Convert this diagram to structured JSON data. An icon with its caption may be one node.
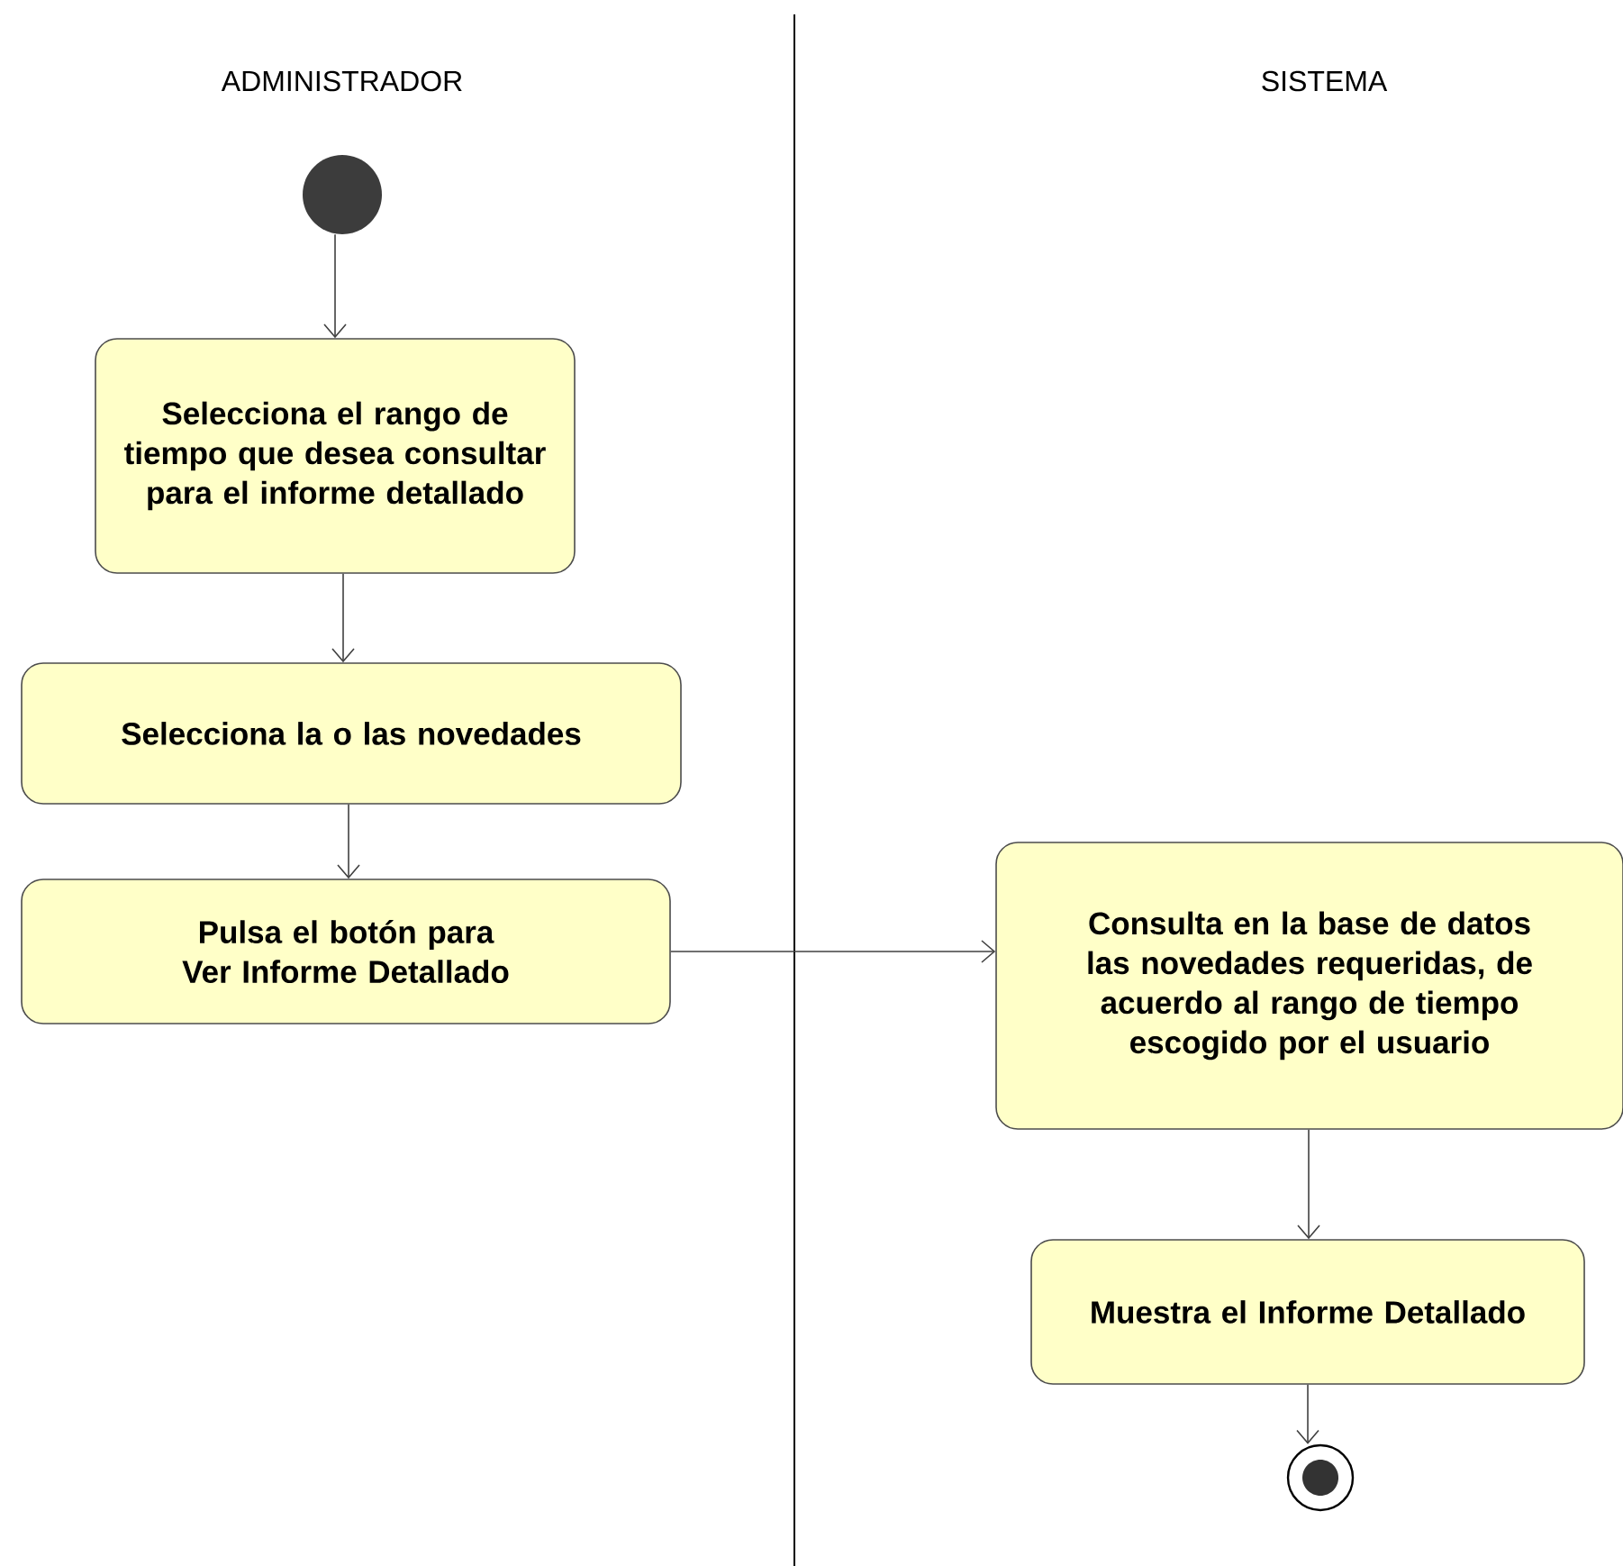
{
  "diagram": {
    "nodes": [
      {
        "text": [],
        "shape": "circle"
      },
      {
        "text": [
          "Selecciona el rango de tiempo que desea consultar para el informe detallado"
        ]
      },
      {
        "text": [
          "Selecciona la o las novedades"
        ]
      },
      {
        "text": [
          "Pulsa el botón para Ver Informe Detallado"
        ]
      },
      {
        "text": [
          "Consulta en la base de datos las novedades requeridas, de acuerdo al rango de tiempo escogido por el usuario"
        ]
      },
      {
        "text": [
          "Muestra el Informe Detallado"
        ]
      },
      {
        "text": [],
        "shape": "circle"
      }
    ],
    "edges": [
      {
        "from": 0,
        "to": 1,
        "arrow": "to"
      },
      {
        "from": 1,
        "to": 2,
        "arrow": "to"
      },
      {
        "from": 2,
        "to": 3,
        "arrow": "to"
      },
      {
        "from": 3,
        "to": 4,
        "arrow": "to"
      },
      {
        "from": 4,
        "to": 5,
        "arrow": "to"
      },
      {
        "from": 5,
        "to": 6,
        "arrow": "to"
      }
    ],
    "labels": [
      "ADMINISTRADOR",
      "SISTEMA"
    ]
  }
}
